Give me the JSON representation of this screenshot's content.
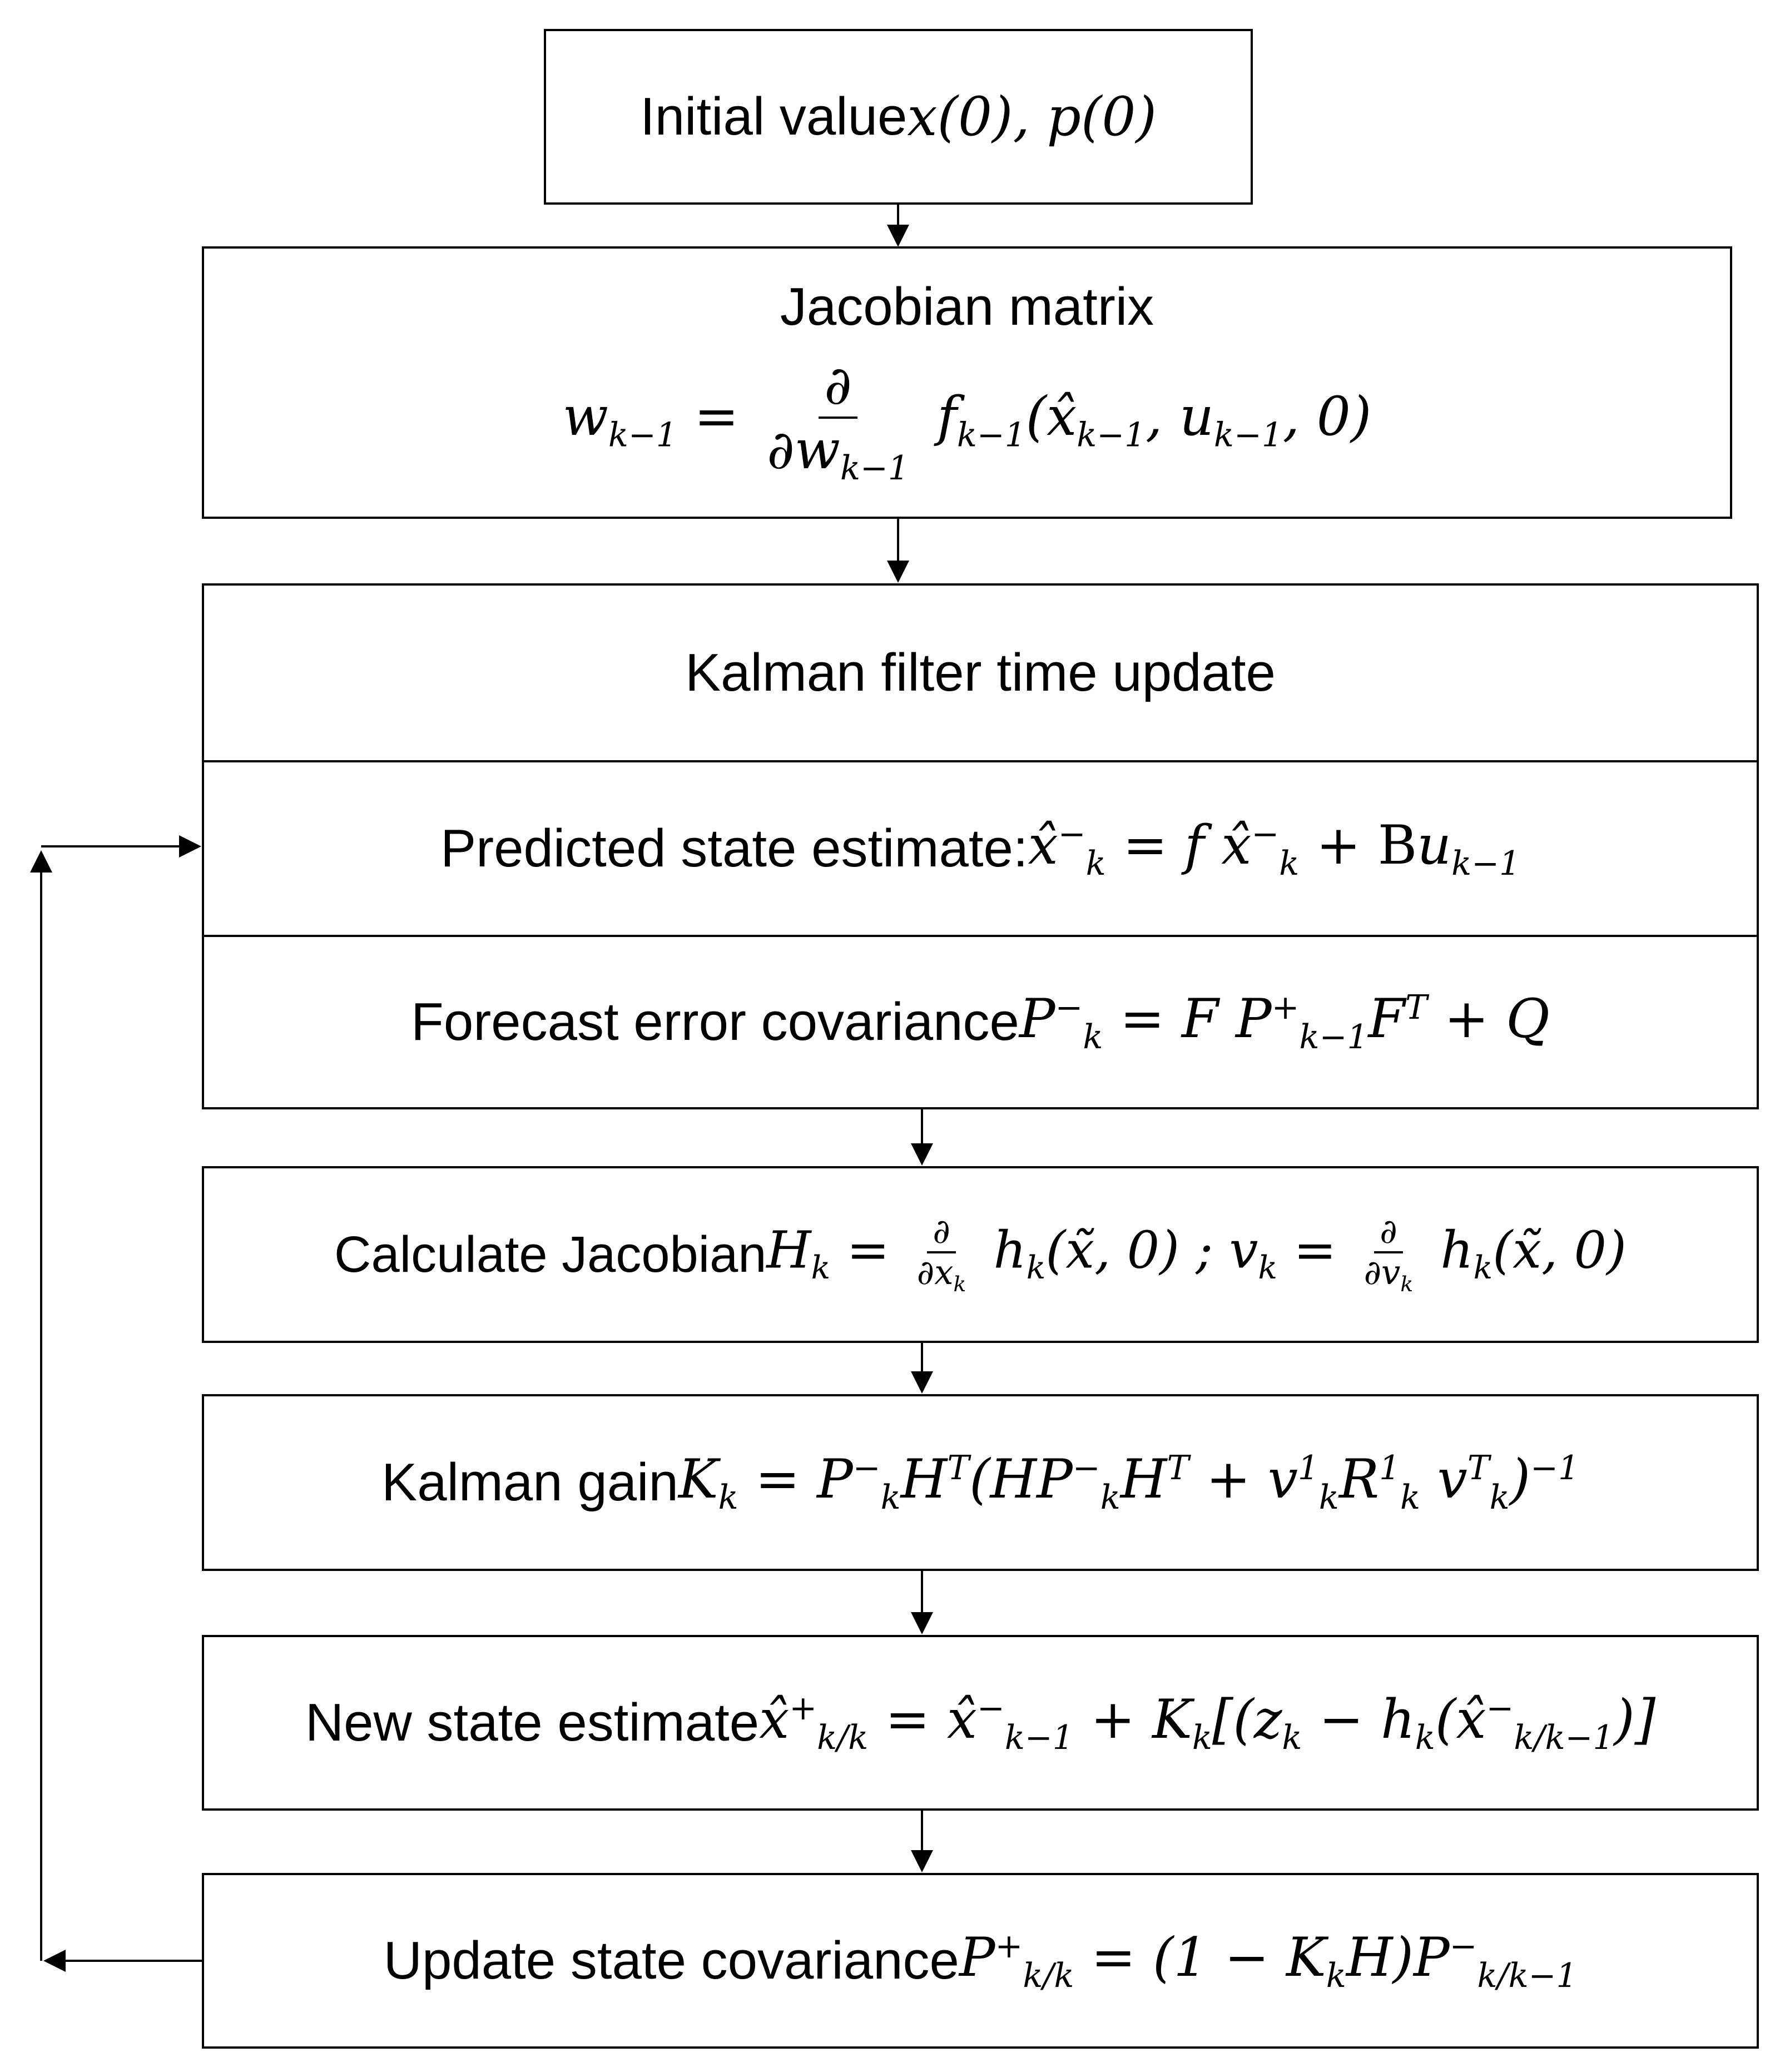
{
  "initial": {
    "label": "Initial value ",
    "math": "x(0), p(0)"
  },
  "jacobian_w": {
    "title": "Jacobian matrix",
    "lhs": "w",
    "lhs_sub": "k−1",
    "equals": " = ",
    "frac_num": "∂",
    "frac_den": "∂w",
    "frac_den_sub": "k−1",
    "f": "f",
    "f_sub": "k−1",
    "args_open": "(x̂",
    "args_sub1": "k−1",
    "args_mid": ", u",
    "args_sub2": "k−1",
    "args_close": ", 0)"
  },
  "time_update": {
    "title": "Kalman filter time update",
    "predicted_label": "Predicted state estimate: ",
    "predicted_math": "x̂",
    "predicted_sub": "k",
    "predicted_sup": "−",
    "predicted_rhs1": " = f x̂",
    "predicted_rhs_sub": "k",
    "predicted_rhs_sup": "−",
    "predicted_rhs2": " + B",
    "predicted_u": "u",
    "predicted_u_sub": "k−1",
    "forecast_label": "Forecast error covariance ",
    "forecast_P": "P",
    "forecast_P_sub": "k",
    "forecast_P_sup": "−",
    "forecast_eq": " = F P",
    "forecast_eq_sub": "k−1",
    "forecast_eq_sup": "+",
    "forecast_F": "F",
    "forecast_F_sup": "T",
    "forecast_Q": " + Q"
  },
  "jacobian_h": {
    "label": "Calculate Jacobian ",
    "H": "H",
    "H_sub": "k",
    "eq": " = ",
    "num1": "∂",
    "den1": "∂x",
    "den1_sub": "k",
    "h1": "h",
    "h1_sub": "k",
    "h1_args": "(x̃, 0) ; ",
    "v": "v",
    "v_sub": "k",
    "num2": "∂",
    "den2": "∂v",
    "den2_sub": "k",
    "h2": "h",
    "h2_sub": "k",
    "h2_args": "(x̃, 0)"
  },
  "gain": {
    "label": "Kalman gain ",
    "K": "K",
    "K_sub": "k",
    "eq": " = P",
    "P_sub": "k",
    "P_sup": "−",
    "H": "H",
    "H_sup": "T",
    "open": "(HP",
    "P2_sub": "k",
    "P2_sup": "−",
    "H2": "H",
    "H2_sup": "T",
    "plus": " + v",
    "v1_sub": "k",
    "v1_sup": "1",
    "R": "R",
    "R_sub": "k",
    "R_sup": "1",
    "v2": " v",
    "v2_sub": "k",
    "v2_sup": "T",
    "close": ")",
    "close_sup": "−1"
  },
  "new_state": {
    "label": "New state estimate",
    "x": "x̂",
    "x_sub": "k/k",
    "x_sup": "+",
    "eq": " = x̂",
    "x2_sub": "k−1",
    "x2_sup": "−",
    "plus": " + K",
    "K_sub": "k",
    "open": "[(z",
    "z_sub": "k",
    "minus": " − h",
    "h_sub": "k",
    "inner": "(x̂",
    "inner_sub": "k/k−1",
    "inner_sup": "−",
    "close": ")]"
  },
  "update_cov": {
    "label": "Update state covariance",
    "P": "P",
    "P_sub": "k/k",
    "P_sup": "+",
    "eq": " = (1 − K",
    "K_sub": "k",
    "H": "H)P",
    "P2_sub": "k/k−1",
    "P2_sup": "−"
  }
}
